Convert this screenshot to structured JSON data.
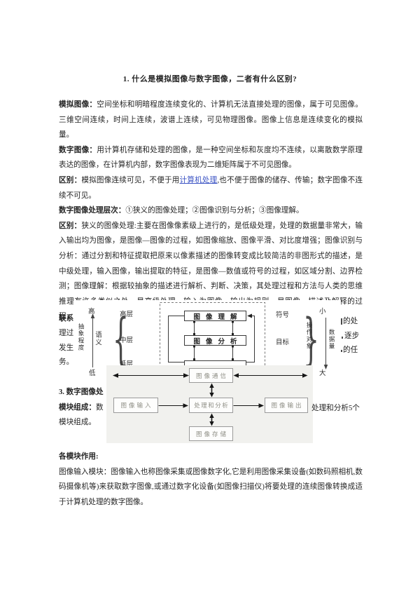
{
  "title": "1. 什么是模拟图像与数字图像，二者有什么区别?",
  "colors": {
    "link_blue": "#3b53c4",
    "body_text": "#242424",
    "diagram2_bg": "#f1f1ee",
    "diagram2_text": "#8f8f86",
    "diagram_line": "#3a3a3a"
  },
  "main": {
    "paragraphs": [
      {
        "name": "para-analog-image",
        "segments": [
          {
            "text": "模拟图像：",
            "bold": true
          },
          {
            "text": "空间坐标和明暗程度连续变化的、计算机无法直接处理的图像，属于可见图像。三维空间连续，时间上连续，波谱上连续，可见物理图像。图像上信息是连续变化的模拟量。"
          }
        ]
      },
      {
        "name": "para-digital-image",
        "segments": [
          {
            "text": "数字图像：",
            "bold": true
          },
          {
            "text": "用计算机存储和处理的图像，是一种空间坐标和灰度均不连续，以离散数学原理表达的图像，在计算机内部，数字图像表现为二维矩阵属于不可见图像。"
          }
        ]
      },
      {
        "name": "para-difference-1",
        "segments": [
          {
            "text": "区别：",
            "bold": true
          },
          {
            "text": "模拟图像连续可见，不便于用"
          },
          {
            "text": "计算机处理",
            "link": true
          },
          {
            "text": ",也不便于图像的储存、传输；数字图像不连续不可见。"
          }
        ]
      },
      {
        "name": "para-processing-levels",
        "segments": [
          {
            "text": "数字图像处理层次：",
            "bold": true
          },
          {
            "text": "①狭义的图像处理；②图像识别与分析；③图像理解。"
          }
        ]
      },
      {
        "name": "para-difference-2",
        "segments": [
          {
            "text": "区别：",
            "bold": true
          },
          {
            "text": "狭义的图像处理:主要在图像像素级上进行的，是低级处理，处理的数据量非常大，输入输出均为图像，是图像—图像的过程，如图像缩放、图像平滑、对比度增强；图像识别与分析：通过分割和特征提取把原来以像素描述的图像转变成比较简洁的非图形式的描述，是中级处理，输入图像，输出提取的特征，是图像—数值或符号的过程，如区域分割、边界检测；图像理解：根据较抽象的描述进行解析、判断、决策，其处理过程和方法与人类的思维推理有许多类似之处，是高级处理，输入为图像，输出为规则，是图像—描述及解释的过程，如无人驾驶，"
          }
        ]
      }
    ]
  },
  "fragments": {
    "lianxi": "联系",
    "liguo": "理过",
    "fasheng": "发生",
    "wu": "务。",
    "dechu": "的处",
    "zhubu": "逐步",
    "deren": "的任",
    "heading3": "3. 数字图像处",
    "mod_label": "模块组成：",
    "mod_tail": "数",
    "right5": "处理和分析5个",
    "mod2": "模块组成。"
  },
  "diagram1": {
    "high": "高",
    "low": "低",
    "abstraction": "抽象程度",
    "semantic": "语义",
    "level_high": "高层",
    "level_mid": "中层",
    "level_low": "低层",
    "box_understanding": "图像理解",
    "box_analysis": "图像分析",
    "symbol": "符号",
    "target": "目标",
    "operand": "操作对象",
    "small": "小",
    "large": "大",
    "data_volume": "数据量"
  },
  "diagram2": {
    "comm": "图像通信",
    "input": "图像输入",
    "process": "处理和分析",
    "output": "图像输出",
    "storage": "图像存储"
  },
  "bottom": {
    "paragraphs": [
      {
        "name": "module-roles-heading",
        "segments": [
          {
            "text": "各模块作用:",
            "bold": true
          }
        ]
      },
      {
        "name": "para-input-module",
        "segments": [
          {
            "text": "图像输入模块：图像输入也称图像采集或图像数字化,它是利用图像采集设备(如数码照相机,数码摄像机等)来获取数字图像,或通过数字化设备(如图像扫描仪)将要处理的连续图像转换成适于计算机处理的数字图像。"
          }
        ]
      }
    ]
  }
}
